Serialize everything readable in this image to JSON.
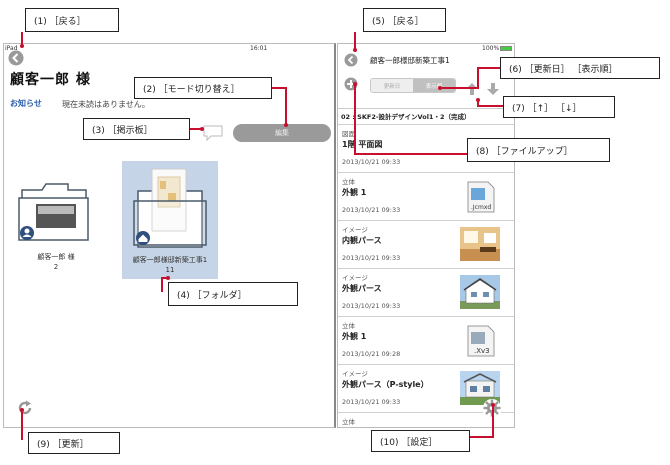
{
  "status_bar": {
    "carrier": "iPad",
    "time_left": "16:01",
    "battery": "100%"
  },
  "left": {
    "greeting": "顧客一郎 様",
    "notice_label": "お知らせ",
    "notice_text": "現在未読はありません。",
    "edit_button": "編集",
    "folders": [
      {
        "name": "顧客一郎 様",
        "count": "2"
      },
      {
        "name": "顧客一郎様邸新築工事1",
        "count": "11"
      }
    ]
  },
  "right": {
    "title": "顧客一郎様邸新築工事1",
    "sort_updated": "更新日",
    "sort_display": "表示順",
    "section_header": "02 : SKF2-設計デザインVol1・2（完成）",
    "items": [
      {
        "category": "図面",
        "name": "1階 平面図",
        "date": "2013/10/21 09:33",
        "thumb": "none"
      },
      {
        "category": "立体",
        "name": "外観 1",
        "date": "2013/10/21 09:33",
        "thumb": "jcmxd-file-icon"
      },
      {
        "category": "イメージ",
        "name": "内観パース",
        "date": "2013/10/21 09:33",
        "thumb": "interior-photo"
      },
      {
        "category": "イメージ",
        "name": "外観パース",
        "date": "2013/10/21 09:33",
        "thumb": "exterior-photo"
      },
      {
        "category": "立体",
        "name": "外観 1",
        "date": "2013/10/21 09:28",
        "thumb": "xv3-file-icon"
      },
      {
        "category": "イメージ",
        "name": "外観パース（P-style）",
        "date": "2013/10/21 09:33",
        "thumb": "exterior-photo-2"
      },
      {
        "category": "立体",
        "name": "",
        "date": "",
        "thumb": "none"
      }
    ]
  },
  "callouts": {
    "c1": "(1) ［戻る］",
    "c2": "(2) ［モード切り替え］",
    "c3": "(3) ［掲示板］",
    "c4": "(4) ［フォルダ］",
    "c5": "(5) ［戻る］",
    "c6": "(6) ［更新日］ ［表示順］",
    "c7": "(7) ［↑］ ［↓］",
    "c8": "(8) ［ファイルアップ］",
    "c9": "(9) ［更新］",
    "c10": "(10) ［設定］"
  },
  "colors": {
    "accent_red": "#c8102e",
    "link_blue": "#2a5db0",
    "icon_gray": "#999999"
  }
}
